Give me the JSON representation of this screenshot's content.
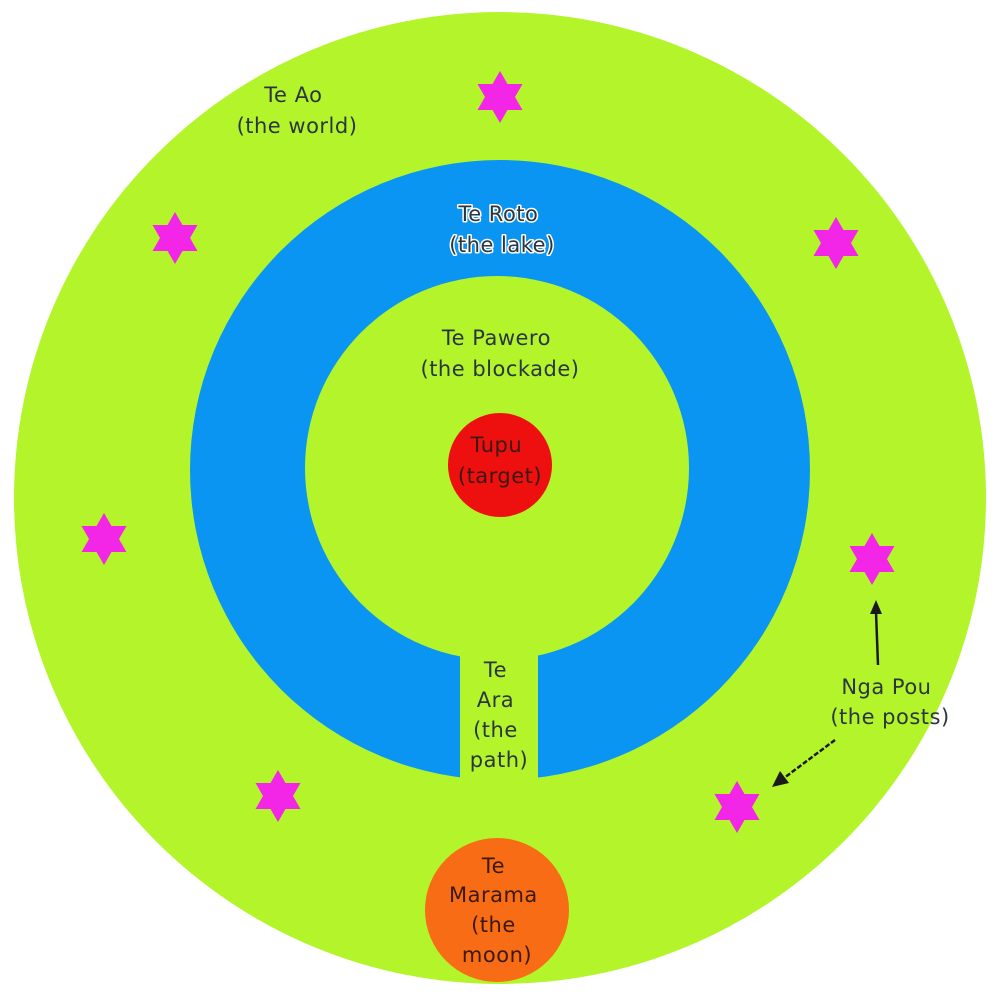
{
  "colors": {
    "world": "#b3f52a",
    "lake": "#0a95f2",
    "blockade": "#b3f52a",
    "target": "#ee0f0f",
    "moon": "#f76c14",
    "post": "#f325e6",
    "arrow": "#1a1a1a",
    "background": "#ffffff"
  },
  "labels": {
    "world": [
      "Te Ao",
      "(the world)"
    ],
    "lake": [
      "Te Roto",
      "(the lake)"
    ],
    "blockade": [
      "Te Pawero",
      "(the blockade)"
    ],
    "target": [
      "Tupu",
      "(target)"
    ],
    "path": [
      "Te",
      "Ara",
      "(the",
      "path)"
    ],
    "moon": [
      "Te",
      "Marama",
      "(the",
      "moon)"
    ],
    "posts": [
      "Nga Pou",
      "(the posts)"
    ]
  },
  "posts": {
    "count": 7,
    "icon": "six-pointed-star-icon"
  }
}
